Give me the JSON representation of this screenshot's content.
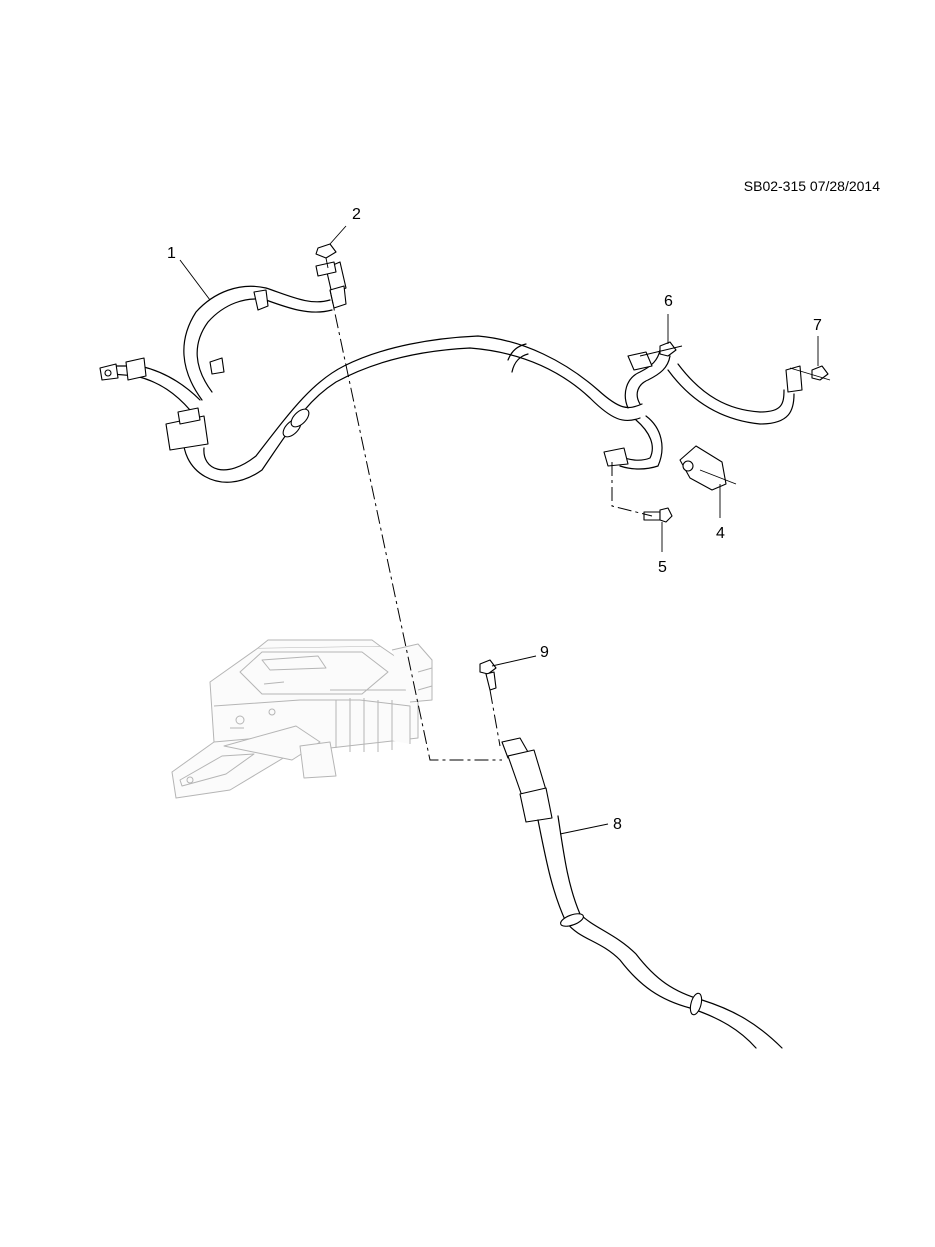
{
  "diagram": {
    "doc_ref": "SB02-315 07/28/2014",
    "callouts": [
      "1",
      "2",
      "4",
      "5",
      "6",
      "7",
      "8",
      "9"
    ]
  },
  "colors": {
    "line": "#000000",
    "ghost_component": "#b5b5b5",
    "background": "#ffffff"
  }
}
